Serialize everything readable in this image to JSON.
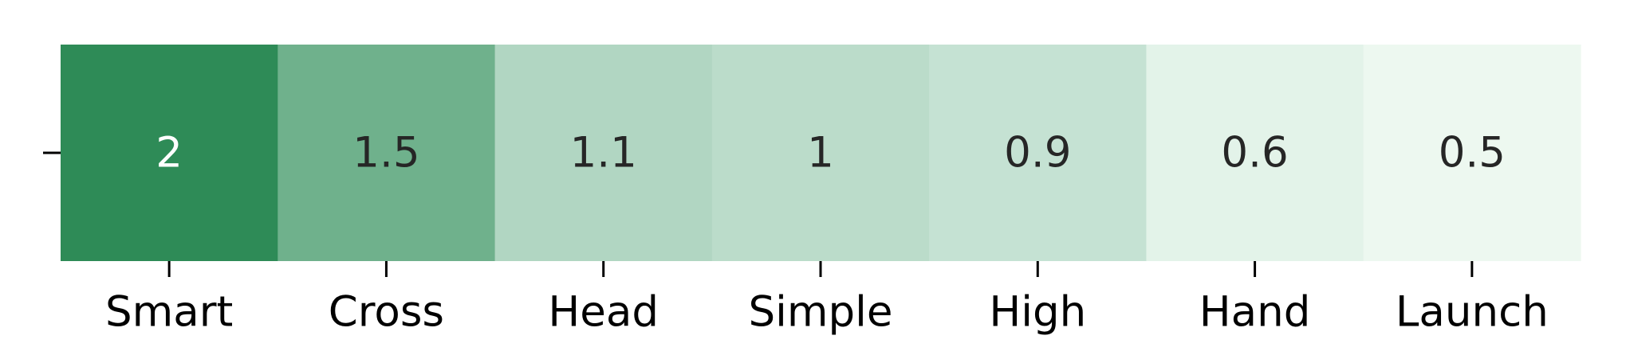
{
  "chart_data": {
    "type": "heatmap",
    "title": "",
    "xlabel": "",
    "ylabel": "",
    "categories": [
      "Smart",
      "Cross",
      "Head",
      "Simple",
      "High",
      "Hand",
      "Launch"
    ],
    "values": [
      2,
      1.5,
      1.1,
      1,
      0.9,
      0.6,
      0.5
    ],
    "value_labels": [
      "2",
      "1.5",
      "1.1",
      "1",
      "0.9",
      "0.6",
      "0.5"
    ],
    "color_range": [
      0.5,
      2.0
    ],
    "colormap": [
      "#edf8f0",
      "#c7e4d5",
      "#a2cdb5",
      "#55a377",
      "#2e8b57"
    ],
    "text_colors": {
      "dark": "#262626",
      "light": "#ffffff"
    },
    "grid": false,
    "legend": "none"
  }
}
